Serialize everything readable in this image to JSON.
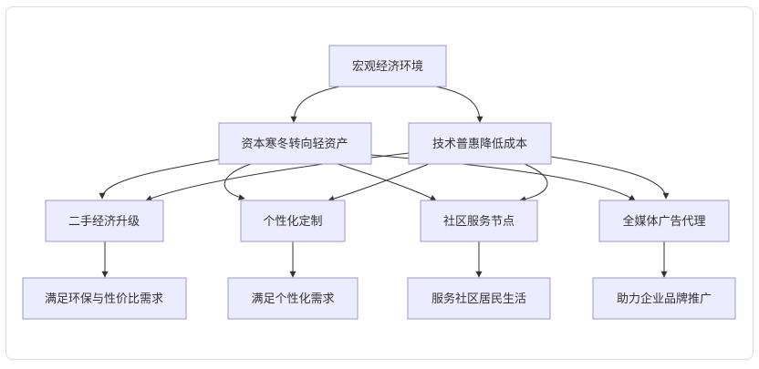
{
  "nodes": {
    "macro": "宏观经济环境",
    "capital": "资本寒冬转向轻资产",
    "tech": "技术普惠降低成本",
    "secondhand": "二手经济升级",
    "custom": "个性化定制",
    "community": "社区服务节点",
    "media": "全媒体广告代理",
    "eco": "满足环保与性价比需求",
    "personal": "满足个性化需求",
    "serve": "服务社区居民生活",
    "brand": "助力企业品牌推广"
  }
}
